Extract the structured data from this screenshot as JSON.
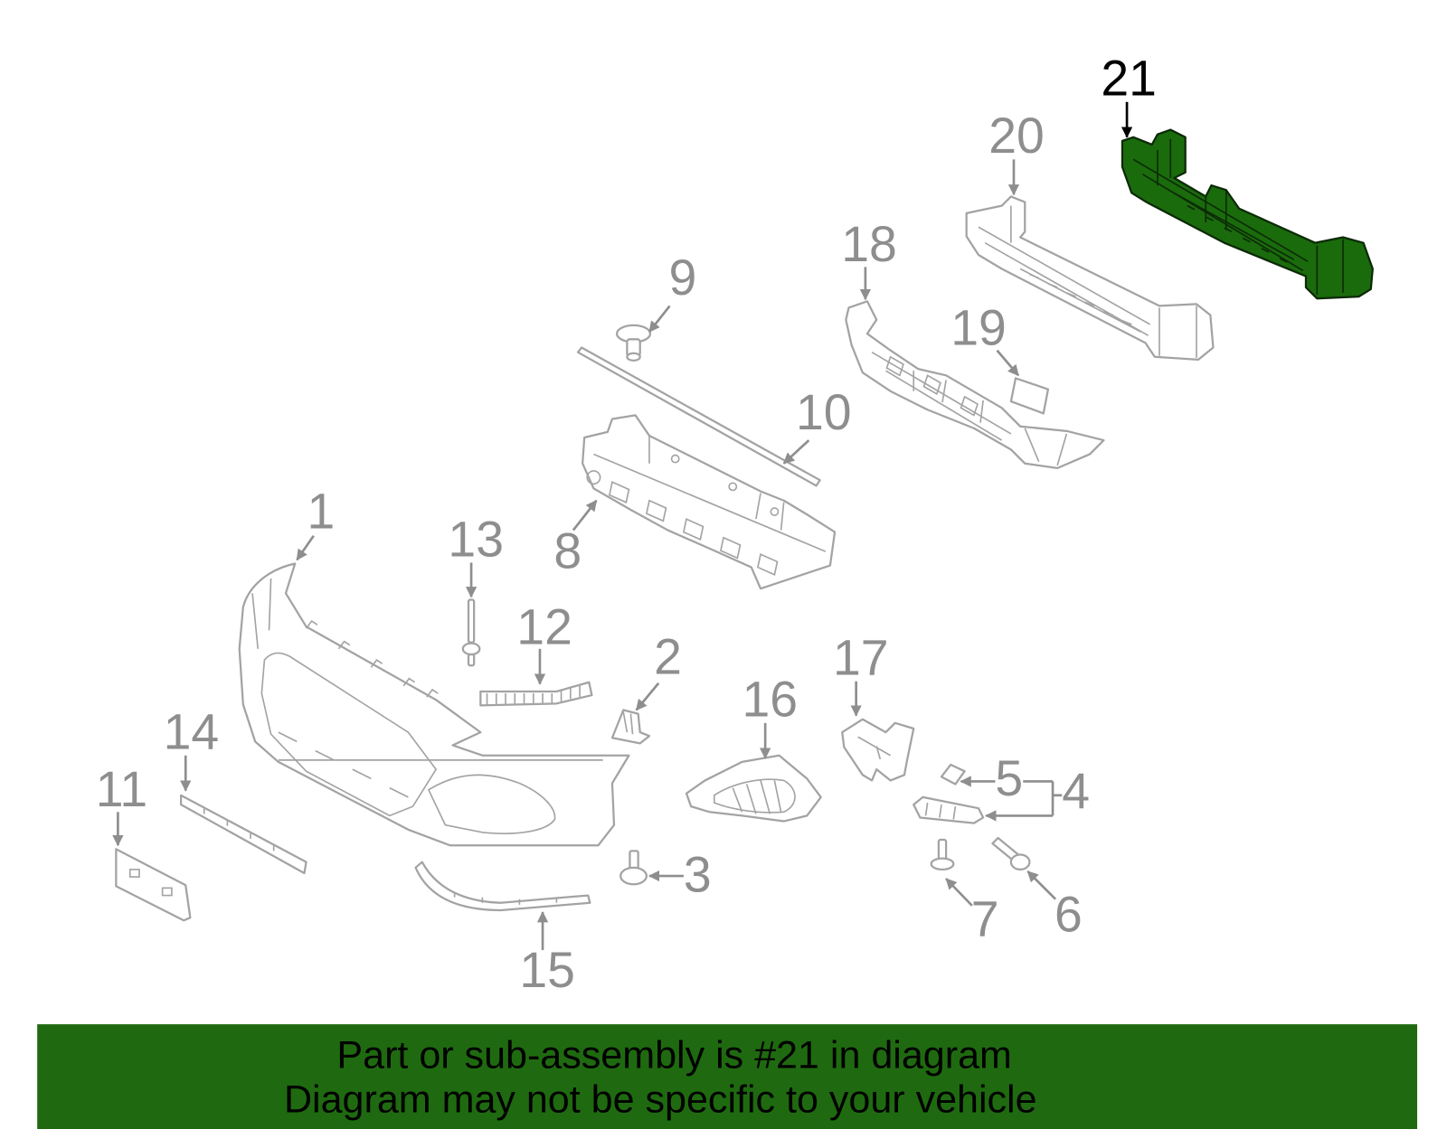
{
  "diagram": {
    "callouts": [
      "1",
      "2",
      "3",
      "4",
      "5",
      "6",
      "7",
      "8",
      "9",
      "10",
      "11",
      "12",
      "13",
      "14",
      "15",
      "16",
      "17",
      "18",
      "19",
      "20",
      "21"
    ]
  },
  "banner": {
    "line1": "Part or sub-assembly is #21 in diagram",
    "line2": "Diagram may not be specific to your vehicle"
  },
  "colors": {
    "highlight": "#1a6b0c",
    "banner": "#1f6a10",
    "part_stroke": "#a3a3a3",
    "label": "#8e8e8e",
    "highlight_label": "#000000"
  }
}
